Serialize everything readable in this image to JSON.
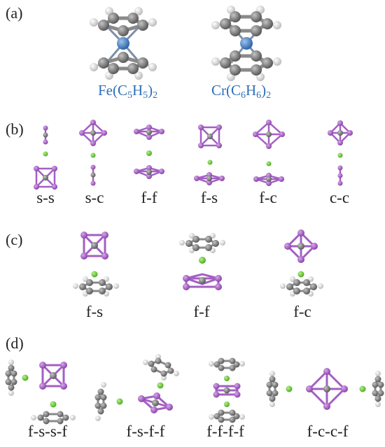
{
  "panel_labels": {
    "a": "(a)",
    "b": "(b)",
    "c": "(c)",
    "d": "(d)"
  },
  "panel_a": {
    "molecules": [
      {
        "name_main": "Fe(C",
        "sub1": "5",
        "mid": "H",
        "sub2": "5",
        "close": ")",
        "sub3": "2"
      },
      {
        "name_main": "Cr(C",
        "sub1": "6",
        "mid": "H",
        "sub2": "6",
        "close": ")",
        "sub3": "2"
      }
    ]
  },
  "panel_b": {
    "captions": [
      "s-s",
      "s-c",
      "f-f",
      "f-s",
      "f-c",
      "c-c"
    ]
  },
  "panel_c": {
    "captions": [
      "f-s",
      "f-f",
      "f-c"
    ]
  },
  "panel_d": {
    "captions": [
      "f-s-s-f",
      "f-s-f-f",
      "f-f-f-f",
      "f-c-c-f"
    ]
  },
  "colors": {
    "metal": "#4a7fc0",
    "carbon": "#7a7a7a",
    "hydrogen": "#f2f2f2",
    "boron_cluster": "#a45fc4",
    "alkali": "#6fcf3a",
    "formula_text": "#2f6fb6"
  }
}
